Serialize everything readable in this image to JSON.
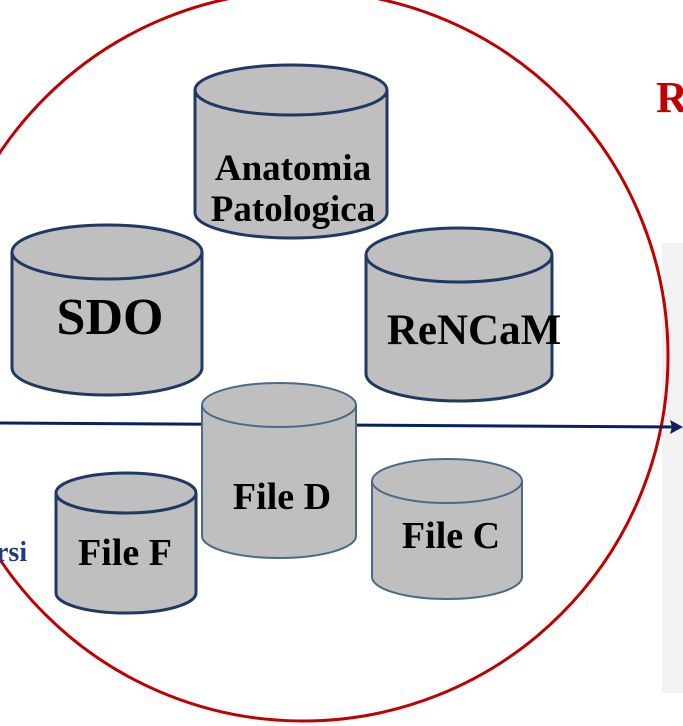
{
  "diagram": {
    "colors": {
      "circle_outline": "#c00000",
      "cylinder_fill": "#bfbfbf",
      "cylinder_outline_large": "#1f3864",
      "cylinder_outline_small": "#4a6a8a",
      "arrow": "#0a2060",
      "right_title": "#c00000",
      "left_text": "#1f3b7a",
      "panel": "#f2f2f2"
    },
    "cylinders": {
      "anatomia": {
        "label_line1": "Anatomia",
        "label_line2": "Patologica"
      },
      "sdo": {
        "label": "SDO"
      },
      "rencam": {
        "label": "ReNCaM"
      },
      "file_d": {
        "label": "File D"
      },
      "file_f": {
        "label": "File F"
      },
      "file_c": {
        "label": "File C"
      }
    },
    "left_text": "rsi",
    "right_title": "R"
  }
}
